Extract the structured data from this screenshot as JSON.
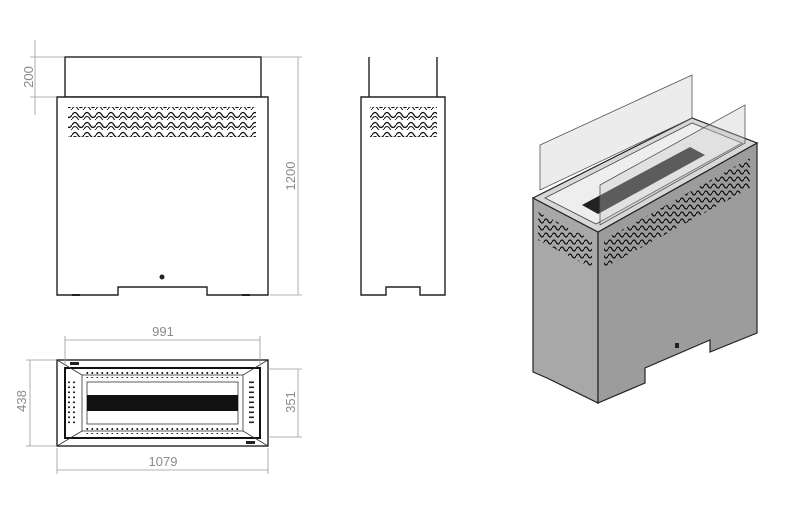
{
  "dimensions": {
    "glass_height": "200",
    "total_height": "1200",
    "inner_width": "991",
    "total_width": "1079",
    "total_depth": "438",
    "inner_depth": "351"
  },
  "colors": {
    "line": "#222222",
    "dimension": "#9a9a9a",
    "body_face_left": "#a8a8a8",
    "body_face_right": "#9c9c9c"
  }
}
